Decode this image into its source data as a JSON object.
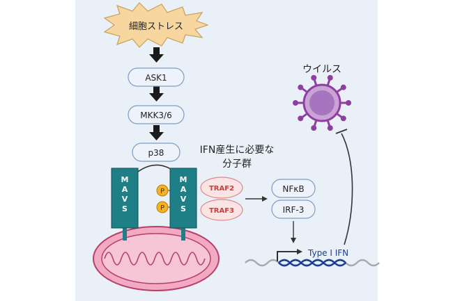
{
  "stress": {
    "label": "細胞ストレス"
  },
  "cascade": [
    {
      "id": "ask1",
      "label": "ASK1"
    },
    {
      "id": "mkk",
      "label": "MKK3/6"
    },
    {
      "id": "p38",
      "label": "p38"
    }
  ],
  "mavs": {
    "left_label": "MAVS",
    "right_label": "MAVS",
    "letters": [
      "M",
      "A",
      "V",
      "S"
    ]
  },
  "phospho": {
    "label": "P"
  },
  "traf": [
    {
      "id": "traf2",
      "label": "TRAF2"
    },
    {
      "id": "traf3",
      "label": "TRAF3"
    }
  ],
  "ifn_factors": {
    "line1": "IFN産生に必要な",
    "line2": "分子群"
  },
  "transcription_factors": [
    {
      "id": "nfkb",
      "label": "NFκB"
    },
    {
      "id": "irf3",
      "label": "IRF-3"
    }
  ],
  "gene": {
    "label": "Type I IFN"
  },
  "virus": {
    "label": "ウイルス"
  },
  "colors": {
    "panel_bg": "#eaf0f7",
    "node_fill": "#eef3fb",
    "node_stroke": "#7d9cc4",
    "mavs_teal": "#1f7f86",
    "traf_fill": "#fde4e4",
    "traf_text": "#d23a3a",
    "phospho_fill": "#f5b324",
    "mito_pink": "#f2a9c2",
    "mito_outline": "#b73d6c",
    "virus_purple": "#8e3fa1",
    "dna_blue": "#1c3f8f",
    "dna_gray": "#a7a7ad",
    "starburst": "#f7d6a0"
  }
}
